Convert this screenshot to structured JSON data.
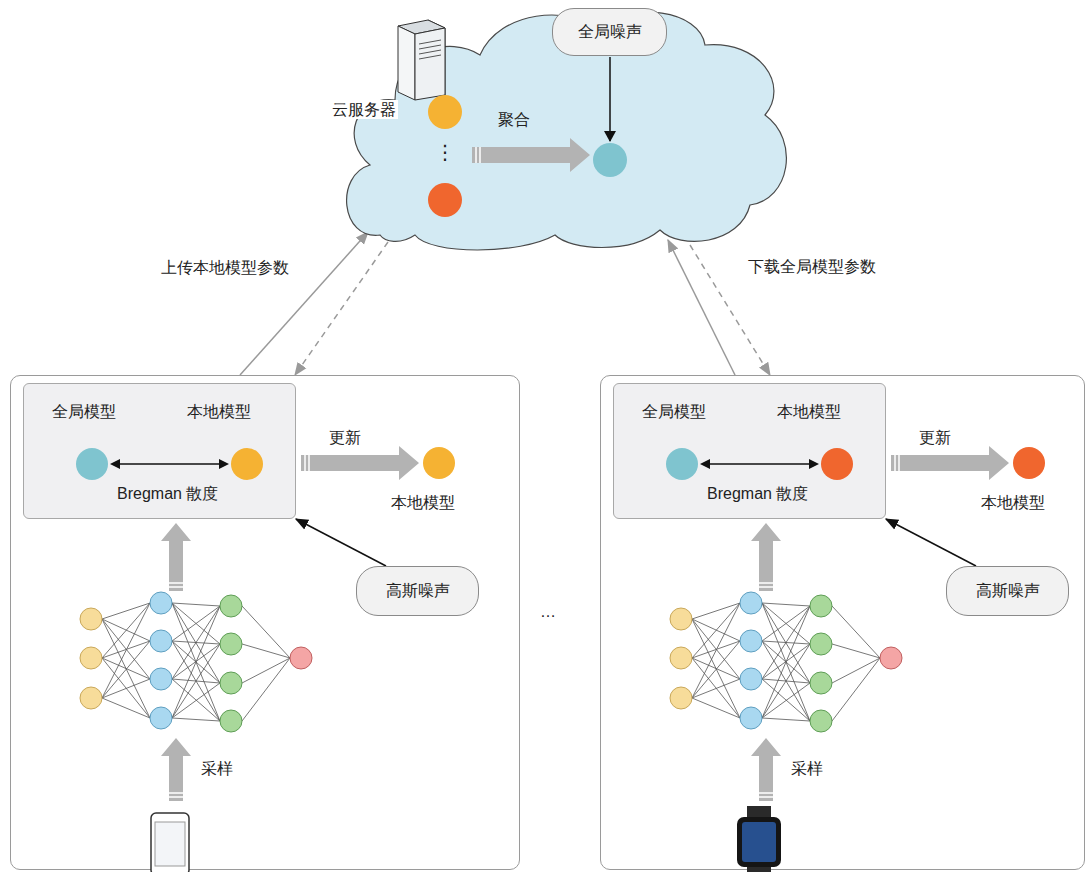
{
  "diagram": {
    "nodes": [
      {
        "text": [
          "云服务器",
          "聚合"
        ]
      },
      {
        "text": [
          "全局噪声"
        ],
        "in": 0
      },
      {
        "text": [
          "更新",
          "本地模型",
          "采样"
        ]
      },
      {
        "text": [
          "全局模型",
          "本地模型",
          "Bregman 散度"
        ],
        "in": 2
      },
      {
        "text": [
          "高斯噪声"
        ],
        "in": 2
      },
      {
        "text": [
          "更新",
          "本地模型",
          "采样"
        ]
      },
      {
        "text": [
          "全局模型",
          "本地模型",
          "Bregman 散度"
        ],
        "in": 5
      },
      {
        "text": [
          "高斯噪声"
        ],
        "in": 5
      }
    ],
    "edges": [
      {
        "from": 2,
        "to": 0,
        "arrow": "to",
        "label": "上传本地模型参数"
      },
      {
        "from": 0,
        "to": 2,
        "arrow": "to"
      },
      {
        "from": 5,
        "to": 0,
        "arrow": "to"
      },
      {
        "from": 0,
        "to": 5,
        "arrow": "to",
        "label": "下载全局模型参数"
      },
      {
        "from": 4,
        "to": 3,
        "arrow": "to"
      },
      {
        "from": 7,
        "to": 6,
        "arrow": "to"
      }
    ],
    "labels": [
      "⋮",
      "…"
    ]
  }
}
